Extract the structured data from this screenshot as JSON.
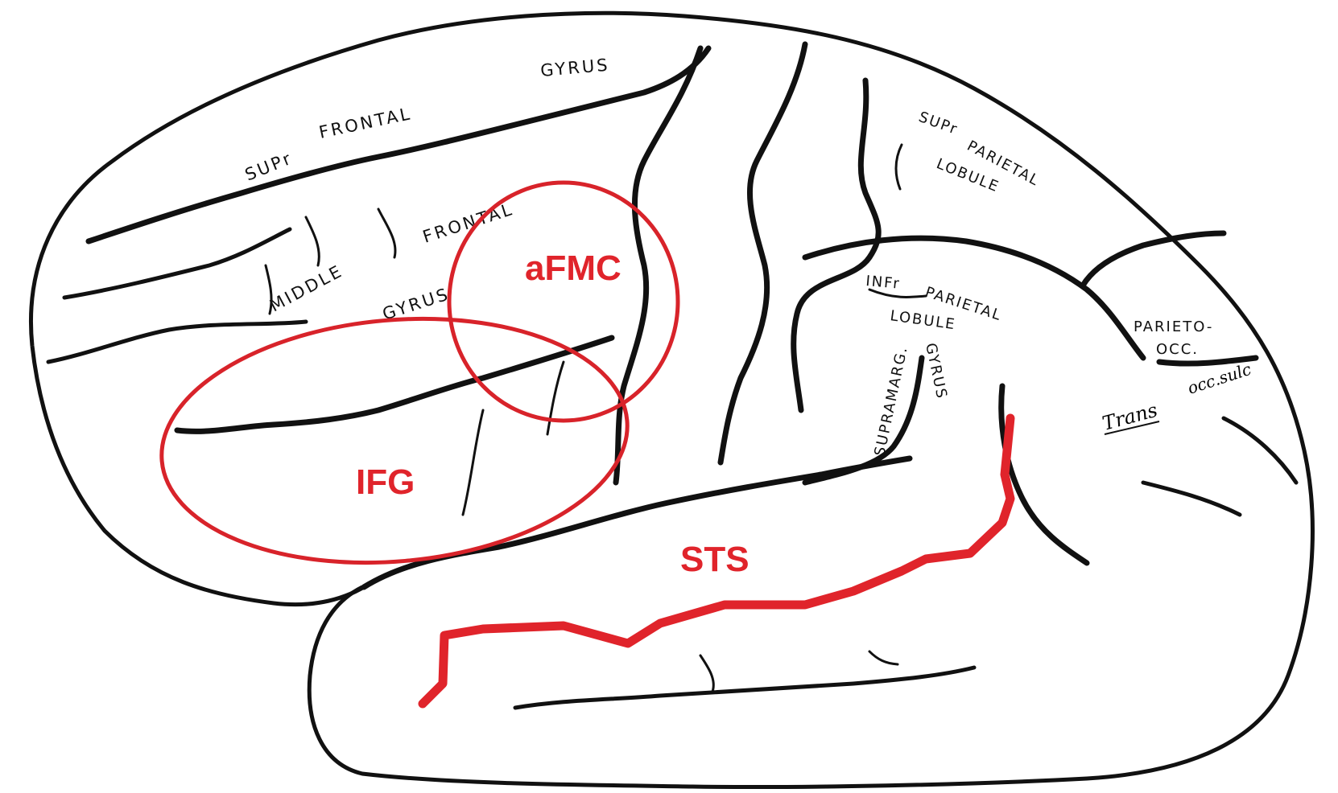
{
  "anatomy_labels": {
    "sup_frontal_sup": "SUPr",
    "sup_frontal_frontal": "FRONTAL",
    "sup_frontal_gyrus": "GYRUS",
    "middle_frontal_middle": "MIDDLE",
    "middle_frontal_frontal": "FRONTAL",
    "middle_frontal_gyrus": "GYRUS",
    "sup_parietal_sup": "SUPr",
    "sup_parietal_parietal": "PARIETAL",
    "sup_parietal_lobule": "LOBULE",
    "inf_parietal_inf": "INFr",
    "inf_parietal_parietal": "PARIETAL",
    "inf_parietal_lobule": "LOBULE",
    "supramarg": "SUPRAMARG.",
    "supramarg_gyrus": "GYRUS",
    "parieto": "PARIETO-",
    "occ": "OCC.",
    "trans": "Trans",
    "occ_sulc": "occ.sulc"
  },
  "annotations": {
    "afmc": "aFMC",
    "ifg": "IFG",
    "sts": "STS"
  },
  "colors": {
    "annotation_red": "#e0242b",
    "line_black": "#111111",
    "background": "#ffffff"
  }
}
